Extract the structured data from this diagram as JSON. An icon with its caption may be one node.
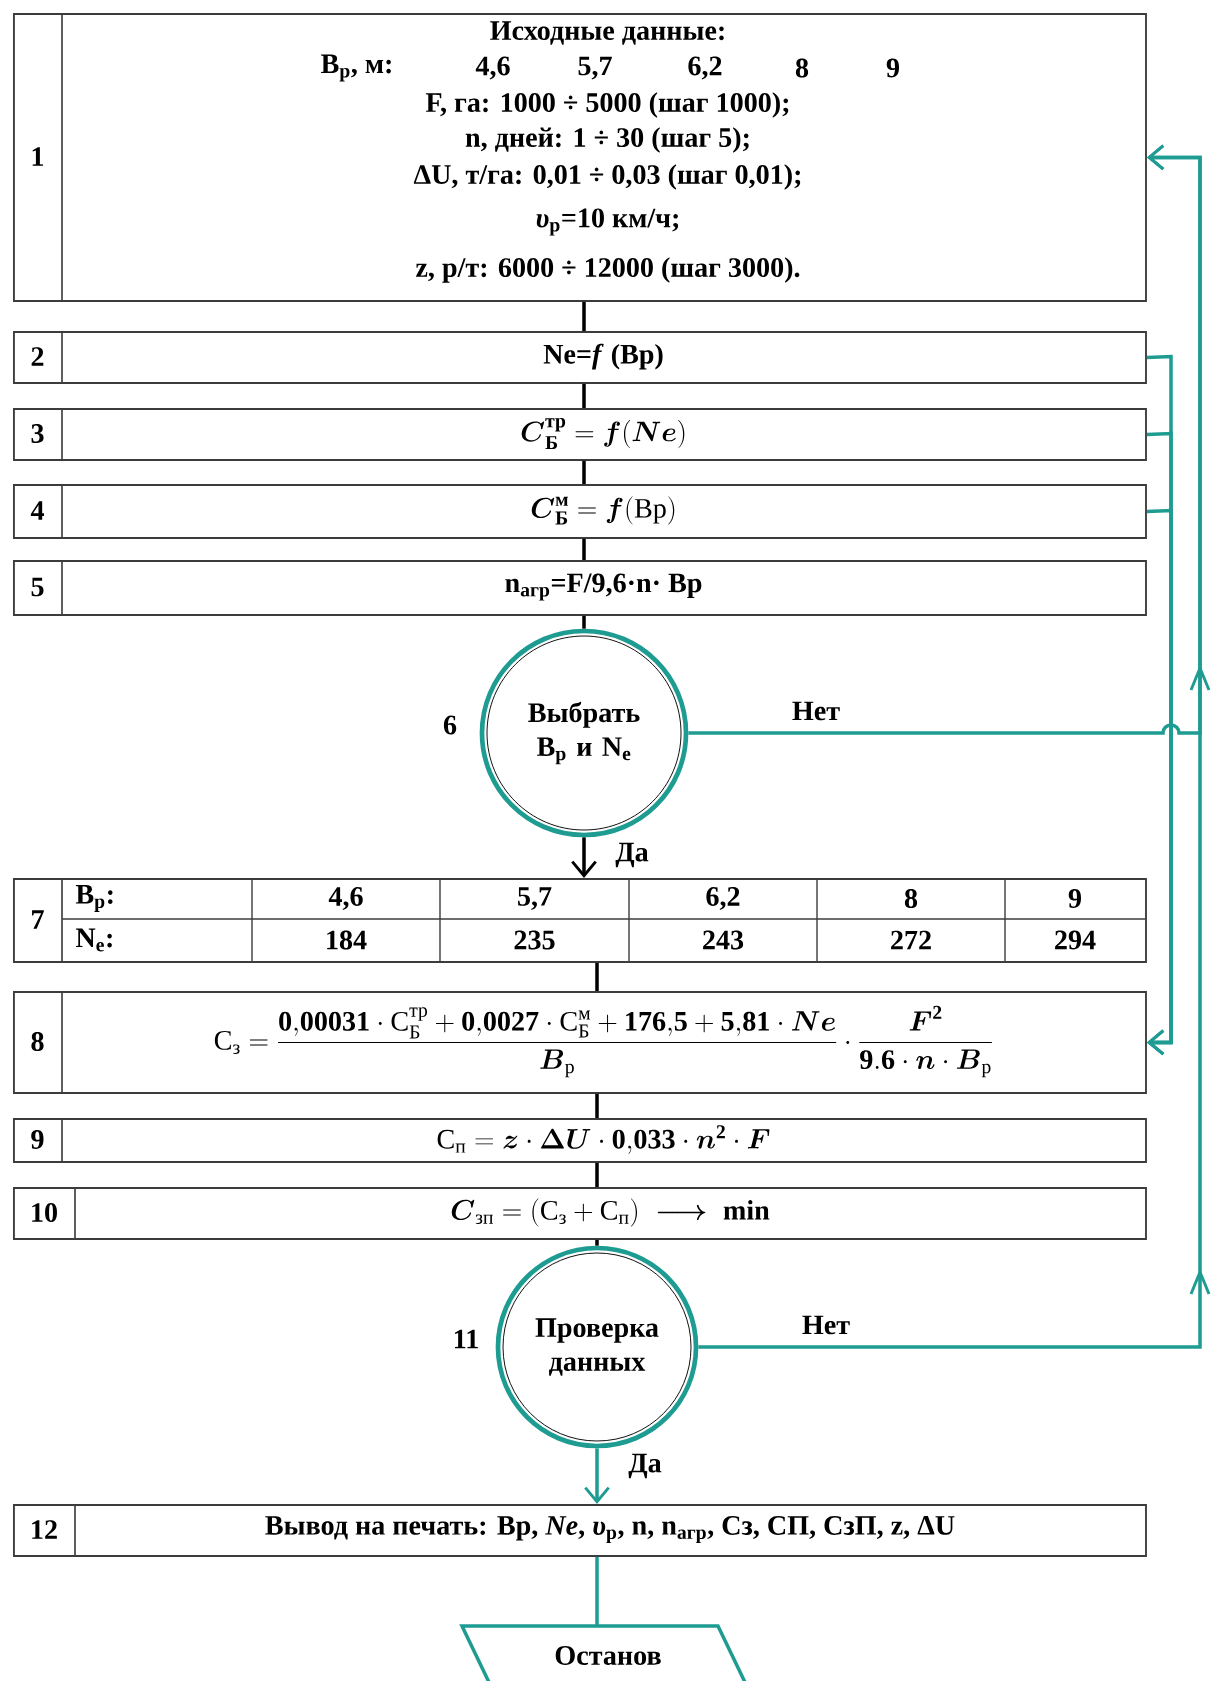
{
  "diagram": {
    "nodes": [
      {
        "text": [
          "1",
          "Исходные данные:",
          "B$_{р}$, м:",
          "4,6",
          "5,7",
          "6,2",
          "8",
          "9",
          "F, га: 1000 ÷ 5000 (шаг 1000);",
          "n, дней: 1 ÷ 30 (шаг 5);",
          "ΔU, т/га: 0,01 ÷ 0,03 (шаг 0,01);",
          "*υ*$_{р}$=10 км/ч;",
          "z, р/т: 6000 ÷ 12000 (шаг 3000)."
        ]
      },
      {
        "text": [
          "2",
          "Ne=*f* (Bp)"
        ]
      },
      {
        "text": [
          "3",
          "\\boldsymbol{C}^{\\text{тр}}_{\\text{Б}} = \\boldsymbol{f}(\\boldsymbol{Ne})"
        ]
      },
      {
        "text": [
          "4",
          "\\boldsymbol{C}^{\\text{м}}_{\\text{Б}} = \\boldsymbol{f}(\\textnormal{Bp})"
        ]
      },
      {
        "text": [
          "5",
          "n$_{агр}$=F/9,6·n· Bp"
        ]
      },
      {
        "text": [
          "Выбрать B$_{р}$ и N$_{е}$"
        ],
        "beside": [
          "6"
        ]
      },
      {
        "text": [
          "7",
          "B$_{р}$:",
          "4,6",
          "5,7",
          "6,2",
          "8",
          "9",
          "N$_{е}$:",
          "184",
          "235",
          "243",
          "272",
          "294"
        ]
      },
      {
        "text": [
          "8",
          "\\textnormal{С}_{\\textnormal{з}} = \\dfrac{\\mathbf{0{,}00031}\\cdot\\textnormal{С}^{\\textnormal{тр}}_{\\textnormal{Б}}+\\mathbf{0{,}0027}\\cdot\\textnormal{С}^{\\textnormal{м}}_{\\textnormal{Б}}+\\mathbf{176{,}5}+\\mathbf{5{,}81}\\cdot\\boldsymbol{Ne}}{\\boldsymbol{B}_{\\textnormal{р}}}\\cdot\\dfrac{\\boldsymbol{F}^{\\mathbf{2}}}{\\mathbf{9.6}\\cdot\\boldsymbol{n}\\cdot\\boldsymbol{B}_{\\textnormal{р}}}"
        ]
      },
      {
        "text": [
          "9",
          "\\textnormal{С}_{\\textnormal{п}} = \\boldsymbol{z}\\cdot\\boldsymbol{\\Delta U}\\cdot\\mathbf{0{,}033}\\cdot\\boldsymbol{n}^{\\mathbf{2}}\\cdot\\boldsymbol{F}"
        ]
      },
      {
        "text": [
          "10",
          "\\boldsymbol{C}_{\\textnormal{зп}} = (\\textnormal{С}_{\\textnormal{з}} + \\textnormal{С}_{\\textnormal{п}})\\;\\boldsymbol{\\longrightarrow}\\;\\textbf{min}"
        ]
      },
      {
        "text": [
          "Проверка данных"
        ],
        "beside": [
          "11"
        ]
      },
      {
        "text": [
          "12",
          "Вывод на печать: Bp, *Ne*, *υ*$_{р}$, n, n$_{агр}$, Сз, СП, СзП, z, ΔU"
        ]
      },
      {
        "text": [
          "Останов"
        ]
      }
    ],
    "edges": [
      {
        "from": 0,
        "to": 1,
        "arrow": "none"
      },
      {
        "from": 1,
        "to": 2,
        "arrow": "none"
      },
      {
        "from": 2,
        "to": 3,
        "arrow": "none"
      },
      {
        "from": 3,
        "to": 4,
        "arrow": "none"
      },
      {
        "from": 4,
        "to": 5,
        "arrow": "none"
      },
      {
        "from": 5,
        "to": 6,
        "arrow": "to",
        "label": "Да"
      },
      {
        "from": 6,
        "to": 7,
        "arrow": "none"
      },
      {
        "from": 7,
        "to": 8,
        "arrow": "none"
      },
      {
        "from": 8,
        "to": 9,
        "arrow": "none"
      },
      {
        "from": 9,
        "to": 10,
        "arrow": "none"
      },
      {
        "from": 10,
        "to": 11,
        "arrow": "to",
        "label": "Да",
        "color": "#1e9c92"
      },
      {
        "from": 11,
        "to": 12,
        "arrow": "none",
        "color": "#1e9c92"
      },
      {
        "from": 5,
        "to": 0,
        "arrow": "to",
        "label": "Нет",
        "color": "#1e9c92"
      },
      {
        "from": 10,
        "to": 0,
        "arrow": "to",
        "label": "Нет",
        "color": "#1e9c92"
      },
      {
        "from": 1,
        "to": 7,
        "arrow": "to",
        "color": "#1e9c92"
      },
      {
        "from": 2,
        "to": 7,
        "arrow": "to",
        "color": "#1e9c92"
      },
      {
        "from": 3,
        "to": 7,
        "arrow": "to",
        "color": "#1e9c92"
      }
    ]
  }
}
